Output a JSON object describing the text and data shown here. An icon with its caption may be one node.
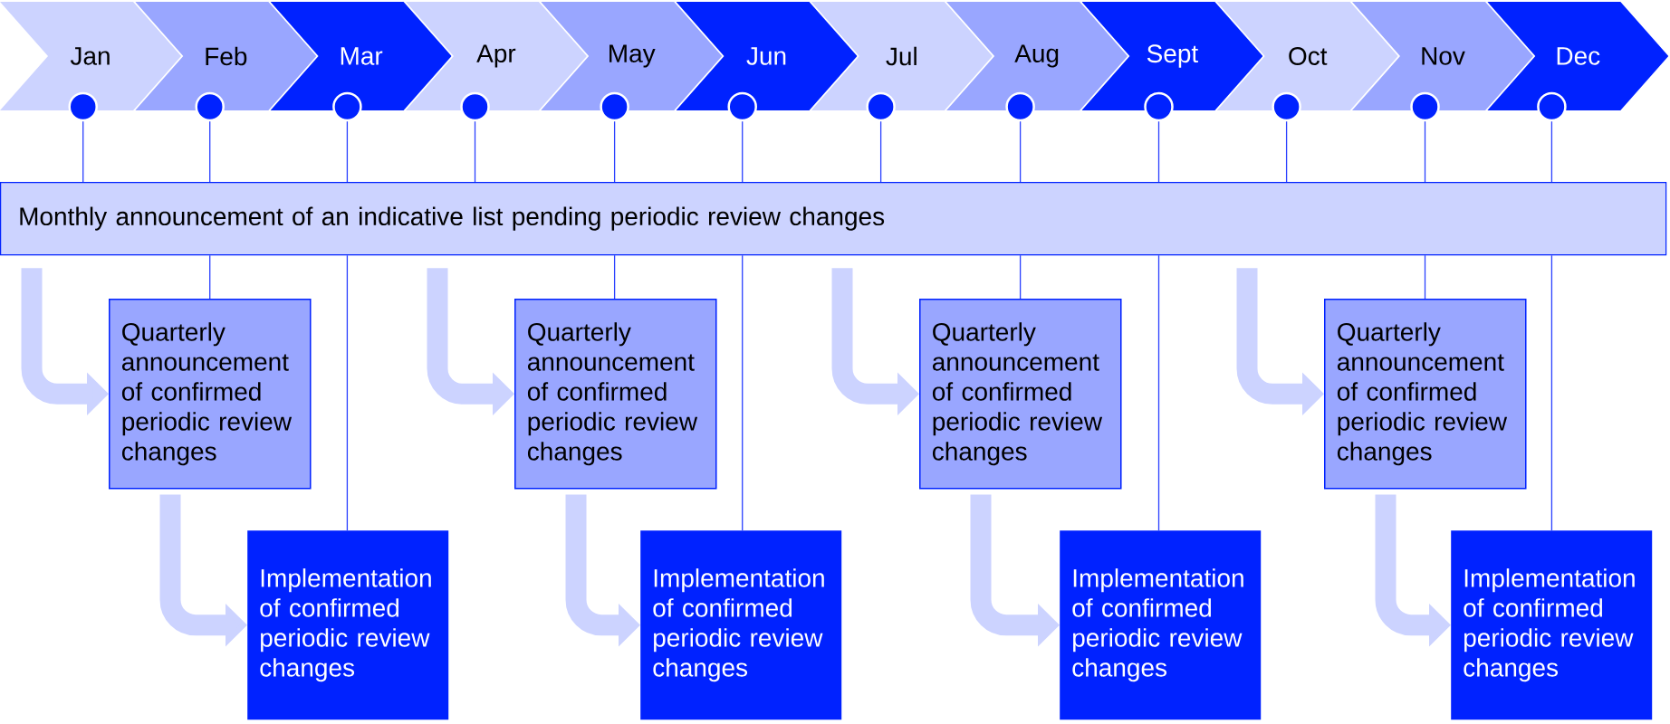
{
  "diagram": {
    "nodes": [
      {
        "text": [
          "Jan"
        ]
      },
      {
        "text": [
          "Feb"
        ]
      },
      {
        "text": [
          "Mar"
        ]
      },
      {
        "text": [
          "Apr"
        ]
      },
      {
        "text": [
          "May"
        ]
      },
      {
        "text": [
          "Jun"
        ]
      },
      {
        "text": [
          "Jul"
        ]
      },
      {
        "text": [
          "Aug"
        ]
      },
      {
        "text": [
          "Sept"
        ]
      },
      {
        "text": [
          "Oct"
        ]
      },
      {
        "text": [
          "Nov"
        ]
      },
      {
        "text": [
          "Dec"
        ]
      },
      {
        "text": [],
        "shape": "circle"
      },
      {
        "text": [],
        "shape": "circle"
      },
      {
        "text": [],
        "shape": "circle"
      },
      {
        "text": [],
        "shape": "circle"
      },
      {
        "text": [],
        "shape": "circle"
      },
      {
        "text": [],
        "shape": "circle"
      },
      {
        "text": [],
        "shape": "circle"
      },
      {
        "text": [],
        "shape": "circle"
      },
      {
        "text": [],
        "shape": "circle"
      },
      {
        "text": [],
        "shape": "circle"
      },
      {
        "text": [],
        "shape": "circle"
      },
      {
        "text": [],
        "shape": "circle"
      },
      {
        "text": [
          "Monthly announcement of an indicative list pending periodic review changes"
        ]
      },
      {
        "text": [
          "Quarterly announcement of confirmed periodic review changes"
        ]
      },
      {
        "text": [
          "Implementation of confirmed periodic review changes"
        ]
      },
      {
        "text": [
          "Quarterly announcement of confirmed periodic review changes"
        ]
      },
      {
        "text": [
          "Implementation of confirmed periodic review changes"
        ]
      },
      {
        "text": [
          "Quarterly announcement of confirmed periodic review changes"
        ]
      },
      {
        "text": [
          "Implementation of confirmed periodic review changes"
        ]
      },
      {
        "text": [
          "Quarterly announcement of confirmed periodic review changes"
        ]
      },
      {
        "text": [
          "Implementation of confirmed periodic review changes"
        ]
      }
    ],
    "edges": [
      {
        "from": 12,
        "to": 24,
        "arrow": "none"
      },
      {
        "from": 13,
        "to": 24,
        "arrow": "none"
      },
      {
        "from": 14,
        "to": 24,
        "arrow": "none"
      },
      {
        "from": 15,
        "to": 24,
        "arrow": "none"
      },
      {
        "from": 16,
        "to": 24,
        "arrow": "none"
      },
      {
        "from": 17,
        "to": 24,
        "arrow": "none"
      },
      {
        "from": 18,
        "to": 24,
        "arrow": "none"
      },
      {
        "from": 19,
        "to": 24,
        "arrow": "none"
      },
      {
        "from": 20,
        "to": 24,
        "arrow": "none"
      },
      {
        "from": 21,
        "to": 24,
        "arrow": "none"
      },
      {
        "from": 22,
        "to": 24,
        "arrow": "none"
      },
      {
        "from": 23,
        "to": 24,
        "arrow": "none"
      },
      {
        "from": 24,
        "to": 25,
        "arrow": "none"
      },
      {
        "from": 24,
        "to": 26,
        "arrow": "none"
      },
      {
        "from": 24,
        "to": 27,
        "arrow": "none"
      },
      {
        "from": 24,
        "to": 28,
        "arrow": "none"
      },
      {
        "from": 24,
        "to": 29,
        "arrow": "none"
      },
      {
        "from": 24,
        "to": 30,
        "arrow": "none"
      },
      {
        "from": 24,
        "to": 31,
        "arrow": "none"
      },
      {
        "from": 24,
        "to": 32,
        "arrow": "none"
      },
      {
        "from": 24,
        "to": 25,
        "arrow": "to",
        "style": "thick",
        "color": "#ccd3ff"
      },
      {
        "from": 25,
        "to": 26,
        "arrow": "to",
        "style": "thick",
        "color": "#ccd3ff"
      },
      {
        "from": 24,
        "to": 27,
        "arrow": "to",
        "style": "thick",
        "color": "#ccd3ff"
      },
      {
        "from": 27,
        "to": 28,
        "arrow": "to",
        "style": "thick",
        "color": "#ccd3ff"
      },
      {
        "from": 24,
        "to": 29,
        "arrow": "to",
        "style": "thick",
        "color": "#ccd3ff"
      },
      {
        "from": 29,
        "to": 30,
        "arrow": "to",
        "style": "thick",
        "color": "#ccd3ff"
      },
      {
        "from": 24,
        "to": 31,
        "arrow": "to",
        "style": "thick",
        "color": "#ccd3ff"
      },
      {
        "from": 31,
        "to": 32,
        "arrow": "to",
        "style": "thick",
        "color": "#ccd3ff"
      }
    ]
  }
}
